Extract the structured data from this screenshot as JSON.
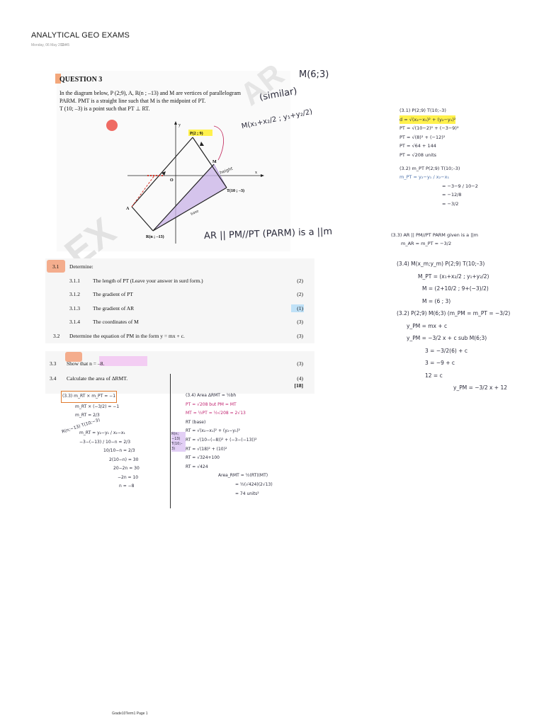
{
  "header": {
    "title": "ANALYTICAL GEO EXAMS",
    "date": "Monday, 06 May 2024",
    "time": "11:45"
  },
  "question": {
    "heading": "QUESTION 3",
    "intro_line1": "In the diagram below, P (2;9), A, R(n ; –13) and M are vertices of parallelogram",
    "intro_line2": "PARM. PMT is a straight line such that M is the midpoint of PT.",
    "intro_line3": "T (10; –3) is a point such that PT ⊥ RT.",
    "diagram": {
      "label_y": "y",
      "label_x": "x",
      "label_o": "O",
      "label_a": "A",
      "label_p": "P(2 ; 9)",
      "label_m": "M",
      "label_t": "T(10 ; –3)",
      "label_r": "R(n ; –13)"
    },
    "determine": "Determine:",
    "parts": [
      {
        "num": "3.1.1",
        "text": "The length of PT (Leave your answer in surd form.)",
        "marks": "(2)"
      },
      {
        "num": "3.1.2",
        "text": "The gradient of PT",
        "marks": "(2)"
      },
      {
        "num": "3.1.3",
        "text": "The gradient of AR",
        "marks": "(1)"
      },
      {
        "num": "3.1.4",
        "text": "The coordinates of M",
        "marks": "(3)"
      }
    ],
    "q32": {
      "num": "3.2",
      "text": "Determine the equation of PM in the form  y = mx + c.",
      "marks": "(3)"
    },
    "q33": {
      "num": "3.3",
      "text": "Show that n = –8.",
      "marks": "(3)"
    },
    "q34": {
      "num": "3.4",
      "text": "Calculate the area of ΔRMT.",
      "marks": "(4)"
    },
    "total": "[18]",
    "num31": "3.1"
  },
  "handwriting": {
    "diagram_notes": {
      "height": "height",
      "base": "base",
      "m_formula": "M(x₁+x₂/2 ; y₁+y₂/2)",
      "similar": "(similar)",
      "m": "M(6;3)"
    },
    "ar_parallel": "AR || PM//PT  (PARM) is a ||m",
    "right_col": [
      "(3.1) P(2;9) T(10;–3)",
      "d = √(x₂−x₁)² + (y₂−y₁)²",
      "PT = √(10−2)² + (−3−9)²",
      "PT = √(8)² + (−12)²",
      "PT = √64 + 144",
      "PT = √208 units",
      "(3.2) m_PT  P(2;9)  T(10;–3)",
      "m_PT = y₂−y₁ / x₂−x₁",
      "= −3−9 / 10−2",
      "= −12/8",
      "= −3/2",
      "(3.3) AR || PM//PT   PARM given is a ||m",
      "m_AR = m_PT = −3/2",
      "(3.4) M(x_m;y_m)  P(2;9)  T(10;–3)",
      "M_PT = (x₁+x₂/2 ; y₁+y₂/2)",
      "M = (2+10/2 ; 9+(−3)/2)",
      "M = (6 ; 3)",
      "(3.2) P(2;9)  M(6;3)  (m_PM = m_PT = −3/2)",
      "y_PM = mx + c",
      "y_PM = −3/2 x + c     sub M(6;3)",
      "3 = −3/2(6) + c",
      "3 = −9 + c",
      "12 = c",
      "y_PM = −3/2 x + 12"
    ],
    "left_bottom": [
      "(3.3) m_RT × m_PT = −1",
      "m_RT × (−3/2) = −1",
      "m_RT = 2/3",
      "R(n;−13)  T(10;−3)",
      "m_RT = y₂−y₁ / x₂−x₁",
      "−3−(−13) / 10−n = 2/3",
      "10/10−n = 2/3",
      "2(10−n) = 30",
      "20−2n = 30",
      "−2n = 10",
      "n = −8"
    ],
    "mid_bottom": [
      "(3.4) Area ΔRMT = ½bh",
      "PT = √208   but PM = MT",
      "MT = ½PT = ½√208 = 2√13",
      "RT (base)",
      "RT = √(x₂−x₁)² + (y₂−y₁)²",
      "RT = √(10−(−8))² + (−3−(−13))²",
      "RT = √(18)² + (10)²",
      "RT = √324+100",
      "RT = √424",
      "Area_RMT = ½(RT)(MT)",
      "= ½(√424)(2√13)",
      "= 74 units²"
    ],
    "side_label": "R(n;−13)  T(10;–3)"
  },
  "footer": "Grade10Term1 Page 1",
  "watermark": {
    "big": "EX",
    "top": "AR"
  },
  "colors": {
    "orange": "#f3a07a",
    "red": "#ef6b63",
    "yellow": "#fff14d",
    "pink": "#f3c9f3",
    "purple": "#8a5cc7",
    "ink": "#2a2a3a"
  }
}
